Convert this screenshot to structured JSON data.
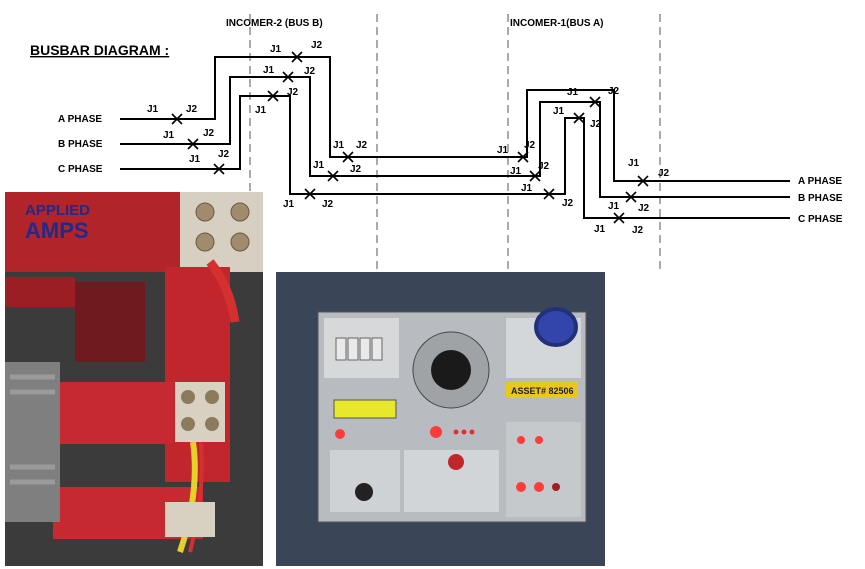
{
  "title": "BUSBAR  DIAGRAM :",
  "incomers": {
    "bus_b": "INCOMER-2 (BUS B)",
    "bus_a": "INCOMER-1(BUS A)"
  },
  "phases_left": [
    "A PHASE",
    "B PHASE",
    "C PHASE"
  ],
  "phases_right": [
    "A PHASE",
    "B PHASE",
    "C PHASE"
  ],
  "joint_labels": {
    "j1": "J1",
    "j2": "J2"
  },
  "photo_caption": {
    "line1": "APPLIED",
    "line2": "AMPS"
  },
  "asset_label": "ASSET# 82506",
  "colors": {
    "caption": "#1f2a8c",
    "lines": "#000000",
    "enclosure": "#8a1a1a"
  }
}
